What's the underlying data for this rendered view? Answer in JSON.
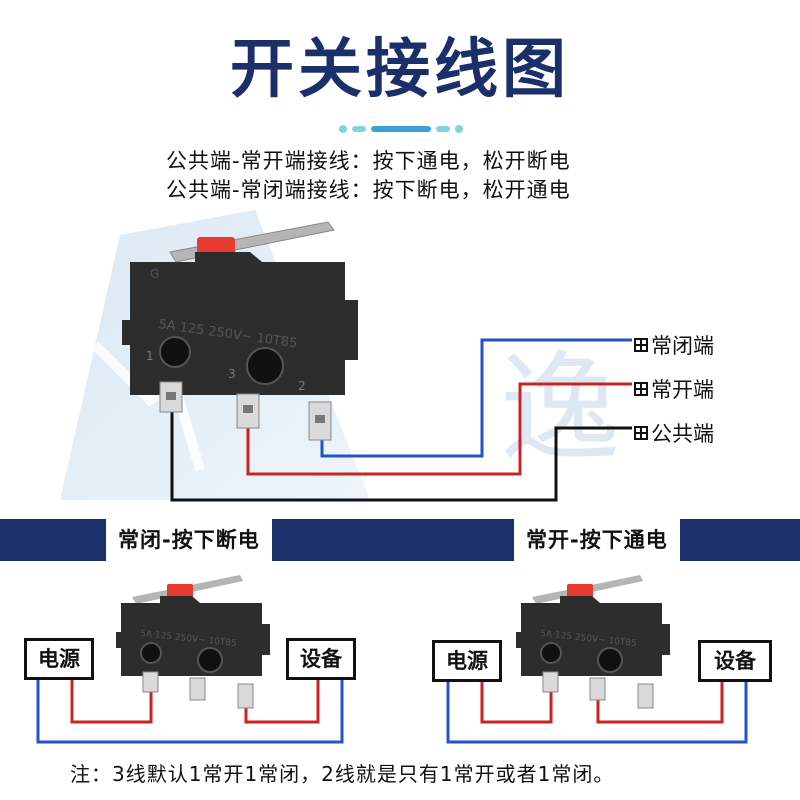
{
  "title": "开关接线图",
  "lines": [
    "公共端-常开端接线：按下通电，松开断电",
    "公共端-常闭端接线：按下断电，松开通电"
  ],
  "switch_marking": "5A 125 250V~ 10T85",
  "terminals": {
    "nc": "常闭端",
    "no": "常开端",
    "com": "公共端"
  },
  "pin_numbers": [
    "1",
    "3",
    "2"
  ],
  "sections": {
    "left": "常闭-按下断电",
    "right": "常开-按下通电"
  },
  "boxes": {
    "power": "电源",
    "device": "设备"
  },
  "note": "注：3线默认1常开1常闭，2线就是只有1常开或者1常闭。",
  "watermark_text": "逸",
  "colors": {
    "title": "#1b2f6b",
    "banner": "#1b2f6b",
    "wire_blue": "#2452c8",
    "wire_red": "#cc2222",
    "wire_black": "#111111",
    "switch_body": "#2d2d2d",
    "lever_red": "#e83a2e"
  }
}
